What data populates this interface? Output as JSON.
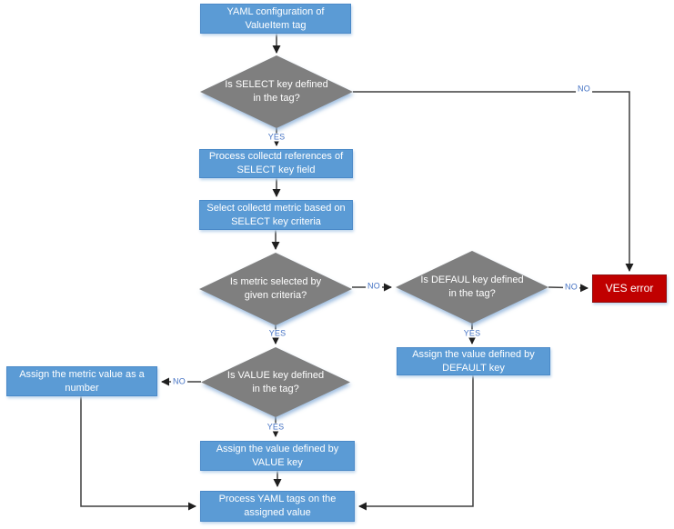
{
  "diagram": {
    "type": "flowchart",
    "labels": {
      "yes": "YES",
      "no": "NO"
    },
    "nodes": {
      "start": "YAML configuration of ValueItem tag",
      "select_decision": "Is SELECT key defined in the tag?",
      "process_refs": "Process collectd references of SELECT key field",
      "select_metric": "Select collectd metric based on SELECT key criteria",
      "metric_decision": "Is metric selected by given criteria?",
      "default_decision": "Is DEFAUL key defined in the tag?",
      "ves_error": "VES error",
      "assign_default": "Assign the value defined by DEFAULT key",
      "value_decision": "Is VALUE key defined in the tag?",
      "assign_number": "Assign the metric value as a number",
      "assign_value": "Assign the value defined by VALUE key",
      "process_yaml": "Process YAML tags on the assigned value"
    },
    "colors": {
      "process_fill": "#5B9BD5",
      "process_border": "#4A89C8",
      "decision_fill": "#7F7F7F",
      "error_fill": "#C00000",
      "connector": "#3F3F3F",
      "edge_label_text": "#4472C4"
    }
  }
}
